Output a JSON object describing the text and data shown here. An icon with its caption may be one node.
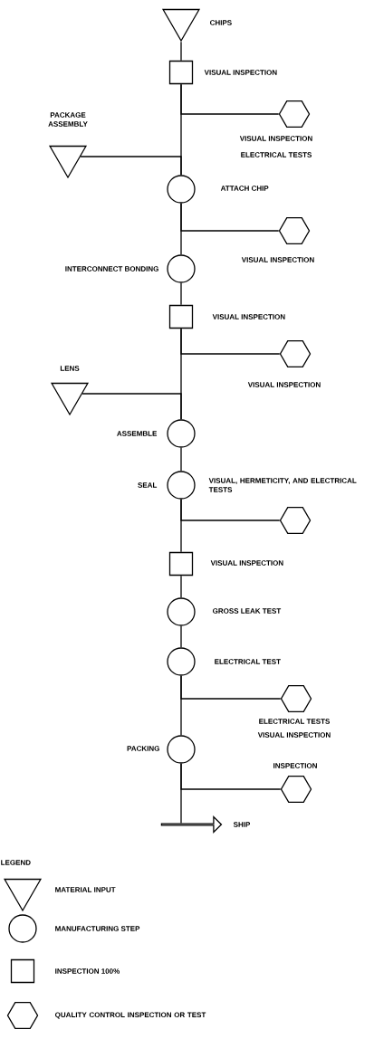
{
  "diagram": {
    "nodes": [
      {
        "text": [],
        "shape": "triangle",
        "beside": [
          "CHIPS"
        ]
      },
      {
        "text": [],
        "shape": "box",
        "beside": [
          "VISUAL INSPECTION"
        ]
      },
      {
        "text": [],
        "shape": "hexagon",
        "beside": [
          "VISUAL INSPECTION",
          "ELECTRICAL TESTS"
        ]
      },
      {
        "text": [],
        "shape": "triangle",
        "beside": [
          "PACKAGE ASSEMBLY"
        ]
      },
      {
        "text": [],
        "shape": "circle",
        "beside": [
          "ATTACH CHIP"
        ]
      },
      {
        "text": [],
        "shape": "hexagon",
        "beside": [
          "VISUAL INSPECTION"
        ]
      },
      {
        "text": [],
        "shape": "circle",
        "beside": [
          "INTERCONNECT BONDING"
        ]
      },
      {
        "text": [],
        "shape": "box",
        "beside": [
          "VISUAL INSPECTION"
        ]
      },
      {
        "text": [],
        "shape": "hexagon",
        "beside": [
          "VISUAL INSPECTION"
        ]
      },
      {
        "text": [],
        "shape": "triangle",
        "beside": [
          "LENS"
        ]
      },
      {
        "text": [],
        "shape": "circle",
        "beside": [
          "ASSEMBLE"
        ]
      },
      {
        "text": [],
        "shape": "circle",
        "beside": [
          "SEAL"
        ]
      },
      {
        "text": [],
        "shape": "hexagon",
        "beside": [
          "VISUAL, HERMETICITY, AND ELECTRICAL TESTS"
        ]
      },
      {
        "text": [],
        "shape": "box",
        "beside": [
          "VISUAL INSPECTION"
        ]
      },
      {
        "text": [],
        "shape": "circle",
        "beside": [
          "GROSS LEAK TEST"
        ]
      },
      {
        "text": [],
        "shape": "circle",
        "beside": [
          "ELECTRICAL TEST"
        ]
      },
      {
        "text": [],
        "shape": "hexagon",
        "beside": [
          "ELECTRICAL TESTS",
          "VISUAL INSPECTION"
        ]
      },
      {
        "text": [],
        "shape": "circle",
        "beside": [
          "PACKING"
        ]
      },
      {
        "text": [],
        "shape": "hexagon",
        "beside": [
          "INSPECTION"
        ]
      },
      {
        "text": [],
        "shape": "arrow",
        "beside": [
          "SHIP"
        ]
      }
    ],
    "edges": [
      {
        "from": 0,
        "to": 1,
        "arrow": "none"
      },
      {
        "from": 1,
        "to": 2,
        "arrow": "none"
      },
      {
        "from": 1,
        "to": 4,
        "arrow": "none"
      },
      {
        "from": 3,
        "to": 4,
        "arrow": "none"
      },
      {
        "from": 4,
        "to": 5,
        "arrow": "none"
      },
      {
        "from": 4,
        "to": 6,
        "arrow": "none"
      },
      {
        "from": 6,
        "to": 7,
        "arrow": "none"
      },
      {
        "from": 7,
        "to": 8,
        "arrow": "none"
      },
      {
        "from": 7,
        "to": 10,
        "arrow": "none"
      },
      {
        "from": 9,
        "to": 10,
        "arrow": "none"
      },
      {
        "from": 10,
        "to": 11,
        "arrow": "none"
      },
      {
        "from": 11,
        "to": 12,
        "arrow": "none"
      },
      {
        "from": 11,
        "to": 13,
        "arrow": "none"
      },
      {
        "from": 13,
        "to": 14,
        "arrow": "none"
      },
      {
        "from": 14,
        "to": 15,
        "arrow": "none"
      },
      {
        "from": 15,
        "to": 16,
        "arrow": "none"
      },
      {
        "from": 15,
        "to": 17,
        "arrow": "none"
      },
      {
        "from": 17,
        "to": 18,
        "arrow": "none"
      },
      {
        "from": 17,
        "to": 19,
        "arrow": "none"
      }
    ],
    "labels": [
      "LEGEND"
    ],
    "legend": [
      {
        "text": "MATERIAL INPUT"
      },
      {
        "text": "MANUFACTURING STEP"
      },
      {
        "text": "INSPECTION 100%"
      },
      {
        "text": "QUALITY CONTROL INSPECTION OR TEST"
      }
    ]
  }
}
